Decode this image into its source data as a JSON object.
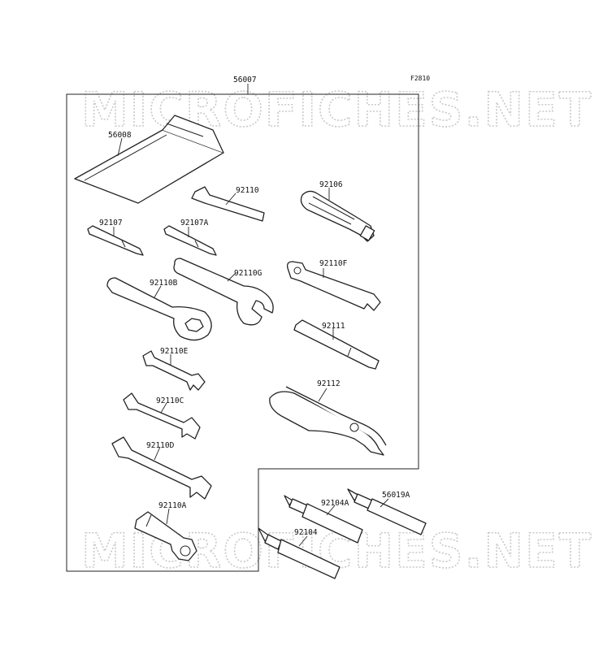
{
  "figure_code": "F2810",
  "watermark": "MICROFICHES.NET",
  "parts": [
    {
      "id": "kit",
      "number": "56007"
    },
    {
      "id": "pouch",
      "number": "56008"
    },
    {
      "id": "hex-key",
      "number": "92110"
    },
    {
      "id": "screwdriver-handle",
      "number": "92106"
    },
    {
      "id": "bit-1",
      "number": "92107"
    },
    {
      "id": "bit-2",
      "number": "92107A"
    },
    {
      "id": "spanner-g",
      "number": "92110G"
    },
    {
      "id": "spanner-f",
      "number": "92110F"
    },
    {
      "id": "ring-spanner-b",
      "number": "92110B"
    },
    {
      "id": "extension-bar",
      "number": "92111"
    },
    {
      "id": "wrench-e",
      "number": "92110E"
    },
    {
      "id": "pliers",
      "number": "92112"
    },
    {
      "id": "wrench-c",
      "number": "92110C"
    },
    {
      "id": "wrench-d",
      "number": "92110D"
    },
    {
      "id": "plug-wrench-a",
      "number": "92110A"
    },
    {
      "id": "grease-1",
      "number": "92104A"
    },
    {
      "id": "grease-2",
      "number": "92104"
    },
    {
      "id": "grease-3",
      "number": "56019A"
    }
  ]
}
